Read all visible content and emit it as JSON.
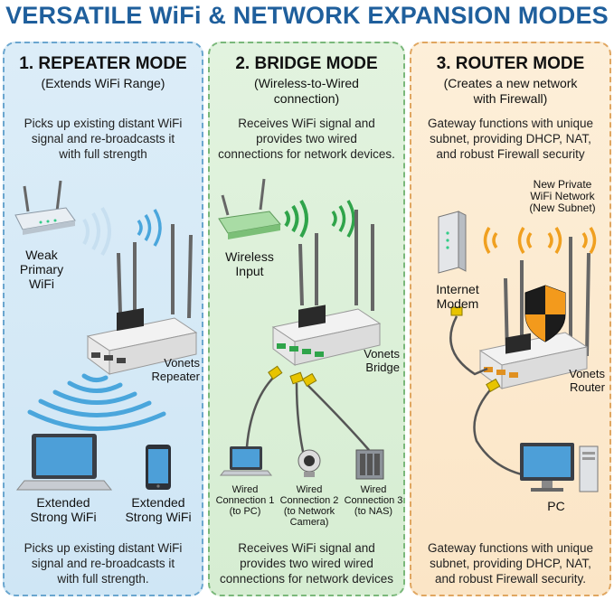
{
  "title": "VERSATILE WiFi & NETWORK EXPANSION MODES",
  "panels": {
    "repeater": {
      "heading": "1. REPEATER MODE",
      "subtitle": "(Extends WiFi Range)",
      "desc_top": [
        "Picks up existing distant WiFi",
        "signal and re-broadcasts it",
        "with full strength"
      ],
      "weak_label": [
        "Weak",
        "Primary WiFi"
      ],
      "device_label": [
        "Vonets",
        "Repeater"
      ],
      "laptop_label": [
        "Extended",
        "Strong WiFi"
      ],
      "phone_label": [
        "Extended",
        "Strong WiFi"
      ],
      "desc_bottom": [
        "Picks up existing distant WiFi",
        "signal and re-broadcasts it",
        "with full strength."
      ]
    },
    "bridge": {
      "heading": "2. BRIDGE MODE",
      "subtitle": [
        "(Wireless-to-Wired",
        "connection)"
      ],
      "desc_top": [
        "Receives WiFi signal and",
        "provides two wired",
        "connections for network devices."
      ],
      "input_label": [
        "Wireless",
        "Input"
      ],
      "device_label": [
        "Vonets",
        "Bridge"
      ],
      "conn1": [
        "Wired",
        "Connection 1",
        "(to PC)"
      ],
      "conn2": [
        "Wired",
        "Connection 2",
        "(to Network",
        "Camera)"
      ],
      "conn3": [
        "Wired",
        "Connection 3",
        "(to NAS)"
      ],
      "desc_bottom": [
        "Receives WiFi signal and",
        "provides two  wired wired",
        "connections for network devices"
      ]
    },
    "router": {
      "heading": "3. ROUTER MODE",
      "subtitle": [
        "(Creates a new network",
        "with Firewall)"
      ],
      "desc_top": [
        "Gateway functions with unique",
        "subnet, providing DHCP, NAT,",
        "and robust Firewall security"
      ],
      "private_label": [
        "New Private",
        "WiFi Network",
        "(New Subnet)"
      ],
      "modem_label": [
        "Internet",
        "Modem"
      ],
      "device_label": [
        "Vonets",
        "Router"
      ],
      "pc_label": "PC",
      "desc_bottom": [
        "Gateway functions with unique",
        "subnet, providing DHCP, NAT,",
        "and robust Firewall security."
      ]
    }
  },
  "icons": {
    "repeater_device": "router-4-antenna-icon",
    "wifi": "wifi-waves-icon",
    "shield": "firewall-shield-icon"
  },
  "colors": {
    "title": "#1f5f9c",
    "wifi_blue": "#4aa6dc",
    "wifi_green": "#2fa44a",
    "wifi_orange": "#f0a020",
    "cable_yellow": "#e8c400",
    "shield_orange": "#f39a1c"
  }
}
